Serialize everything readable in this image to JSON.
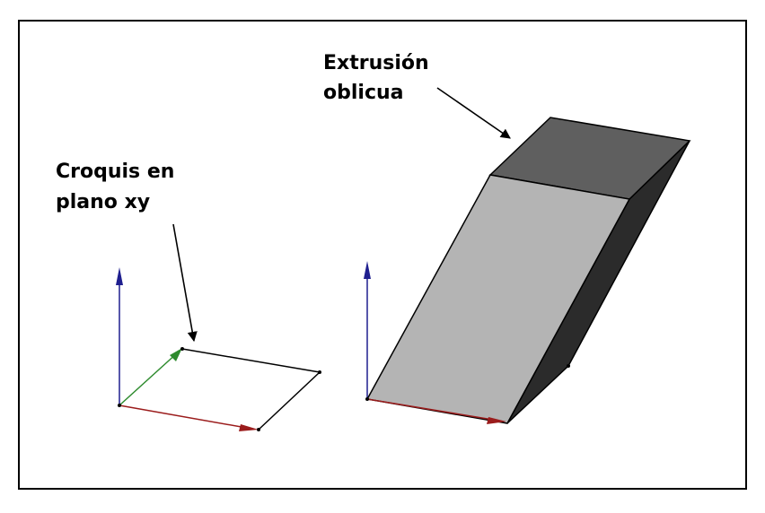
{
  "labels": {
    "sketch": [
      "Croquis en",
      "plano xy"
    ],
    "extrusion": [
      "Extrusión",
      "oblicua"
    ]
  },
  "colors": {
    "axis_z": "#1f1f8f",
    "axis_x": "#9b1c1c",
    "axis_y": "#2e8b2e",
    "face_front": "#b4b4b4",
    "face_top": "#5f5f5f",
    "face_side": "#2b2b2b",
    "line": "#000000"
  }
}
